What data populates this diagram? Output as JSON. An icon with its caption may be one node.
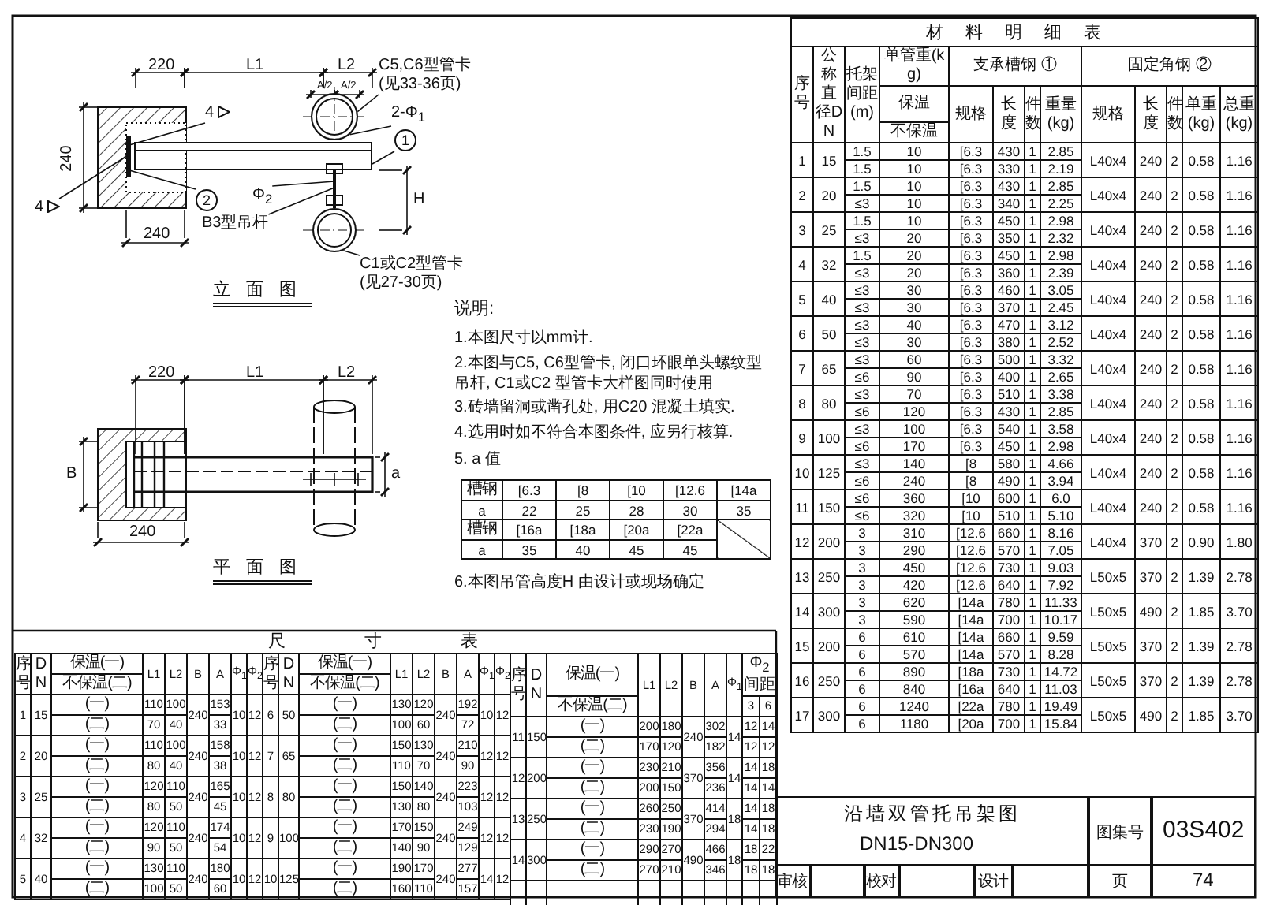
{
  "diagram": {
    "title": "沿墙双管托吊架图",
    "nodes": [
      {
        "text": [
          "C5,C6型管卡",
          "(见33-36页)"
        ]
      },
      {
        "text": [
          "2-Φ$_{1}$"
        ]
      },
      {
        "text": [
          "1"
        ]
      },
      {
        "text": [
          "4"
        ]
      },
      {
        "text": [
          "2"
        ]
      },
      {
        "text": [
          "Φ$_{2}$"
        ]
      },
      {
        "text": [
          "B3型吊杆"
        ]
      },
      {
        "text": [
          "C1或C2型管卡",
          "(见27-30页)"
        ]
      },
      {
        "text": [
          "4"
        ]
      },
      {
        "text": [],
        "shape": "circle"
      },
      {
        "text": [],
        "shape": "circle"
      },
      {
        "text": [],
        "shape": "bar"
      },
      {
        "text": [],
        "shape": "bar"
      },
      {
        "text": [],
        "shape": "bar"
      }
    ],
    "edges": [
      {
        "from": 0,
        "to": 9,
        "arrow": "none"
      },
      {
        "from": 1,
        "to": 9,
        "arrow": "none"
      },
      {
        "from": 2,
        "to": 11,
        "arrow": "none"
      },
      {
        "from": 3,
        "to": 12,
        "arrow": "none"
      },
      {
        "from": 4,
        "to": 12,
        "arrow": "none"
      },
      {
        "from": 5,
        "to": 13,
        "arrow": "none"
      },
      {
        "from": 6,
        "to": 13,
        "arrow": "none"
      },
      {
        "from": 7,
        "to": 10,
        "arrow": "none"
      },
      {
        "from": 8,
        "to": 12,
        "arrow": "none"
      }
    ],
    "labels": [
      "220",
      "L1",
      "L2",
      "A/2",
      "A/2",
      "240",
      "240",
      "H",
      "立面图",
      "220",
      "L1",
      "L2",
      "B",
      "a",
      "240",
      "平面图",
      "说明:",
      "1.本图尺寸以mm计.",
      "2.本图与C5, C6型管卡, 闭口环眼单头螺纹型吊杆, C1或C2 型管卡大样图同时使用",
      "3.砖墙留洞或凿孔处, 用C20 混凝土填实.",
      "4.选用时如不符合本图条件, 应另行核算.",
      "5. a 值",
      "槽钢",
      "[6.3",
      "[8",
      "[10",
      "[12.6",
      "[14a",
      "a",
      "22",
      "25",
      "28",
      "30",
      "35",
      "槽钢",
      "[16a",
      "[18a",
      "[20a",
      "[22a",
      "a",
      "35",
      "40",
      "45",
      "45",
      "6.本图吊管高度H 由设计或现场确定",
      "尺寸表",
      "序号",
      "DN",
      "保温(一)",
      "L1",
      "L2",
      "B",
      "A",
      "Φ$_{1}$",
      "Φ$_{2}$",
      "不保温(二)",
      "1",
      "15",
      "(一)",
      "110",
      "100",
      "240",
      "153",
      "10",
      "12",
      "(二)",
      "70",
      "40",
      "33",
      "2",
      "20",
      "(一)",
      "110",
      "100",
      "240",
      "158",
      "10",
      "12",
      "(二)",
      "80",
      "40",
      "38",
      "3",
      "25",
      "(一)",
      "120",
      "110",
      "240",
      "165",
      "10",
      "12",
      "(二)",
      "80",
      "50",
      "45",
      "4",
      "32",
      "(一)",
      "120",
      "110",
      "240",
      "174",
      "10",
      "12",
      "(二)",
      "90",
      "50",
      "54",
      "5",
      "40",
      "(一)",
      "130",
      "110",
      "240",
      "180",
      "10",
      "12",
      "(二)",
      "100",
      "50",
      "60",
      "序号",
      "DN",
      "保温(一)",
      "L1",
      "L2",
      "B",
      "A",
      "Φ$_{1}$",
      "Φ$_{2}$",
      "不保温(二)",
      "6",
      "50",
      "(一)",
      "130",
      "120",
      "240",
      "192",
      "10",
      "12",
      "(二)",
      "100",
      "60",
      "72",
      "7",
      "65",
      "(一)",
      "150",
      "130",
      "240",
      "210",
      "12",
      "12",
      "(二)",
      "110",
      "70",
      "90",
      "8",
      "80",
      "(一)",
      "150",
      "140",
      "240",
      "223",
      "12",
      "12",
      "(二)",
      "130",
      "80",
      "103",
      "9",
      "100",
      "(一)",
      "170",
      "150",
      "240",
      "249",
      "12",
      "12",
      "(二)",
      "140",
      "90",
      "129",
      "10",
      "125",
      "(一)",
      "190",
      "170",
      "240",
      "277",
      "14",
      "12",
      "(二)",
      "160",
      "110",
      "157",
      "序号",
      "DN",
      "保温(一)",
      "L1",
      "L2",
      "B",
      "A",
      "Φ$_{1}$",
      "Φ$_{2}$ 间距",
      "不保温(二)",
      "3",
      "6",
      "11",
      "150",
      "(一)",
      "200",
      "180",
      "240",
      "302",
      "14",
      "12",
      "14",
      "(二)",
      "170",
      "120",
      "182",
      "12",
      "12",
      "12",
      "200",
      "(一)",
      "230",
      "210",
      "370",
      "356",
      "14",
      "14",
      "18",
      "(二)",
      "200",
      "150",
      "236",
      "14",
      "14",
      "13",
      "250",
      "(一)",
      "260",
      "250",
      "370",
      "414",
      "18",
      "14",
      "18",
      "(二)",
      "230",
      "190",
      "294",
      "14",
      "18",
      "14",
      "300",
      "(一)",
      "290",
      "270",
      "490",
      "466",
      "18",
      "18",
      "22",
      "(二)",
      "270",
      "210",
      "346",
      "18",
      "18",
      "材料明细表",
      "序号",
      "公称直径DN",
      "托架间距(m)",
      "单管重(kg)",
      "支承槽钢 ①",
      "固定角钢 ②",
      "保温",
      "规格",
      "长度",
      "件数",
      "重量(kg)",
      "规格",
      "长度",
      "件数",
      "单重(kg)",
      "总重(kg)",
      "不保温",
      "1",
      "15",
      "1.5",
      "10",
      "[6.3",
      "430",
      "1",
      "2.85",
      "L40x4",
      "240",
      "2",
      "0.58",
      "1.16",
      "1.5",
      "10",
      "[6.3",
      "330",
      "1",
      "2.19",
      "2",
      "20",
      "1.5",
      "10",
      "[6.3",
      "430",
      "1",
      "2.85",
      "L40x4",
      "240",
      "2",
      "0.58",
      "1.16",
      "≤3",
      "10",
      "[6.3",
      "340",
      "1",
      "2.25",
      "3",
      "25",
      "1.5",
      "10",
      "[6.3",
      "450",
      "1",
      "2.98",
      "L40x4",
      "240",
      "2",
      "0.58",
      "1.16",
      "≤3",
      "20",
      "[6.3",
      "350",
      "1",
      "2.32",
      "4",
      "32",
      "1.5",
      "20",
      "[6.3",
      "450",
      "1",
      "2.98",
      "L40x4",
      "240",
      "2",
      "0.58",
      "1.16",
      "≤3",
      "20",
      "[6.3",
      "360",
      "1",
      "2.39",
      "5",
      "40",
      "≤3",
      "30",
      "[6.3",
      "460",
      "1",
      "3.05",
      "L40x4",
      "240",
      "2",
      "0.58",
      "1.16",
      "≤3",
      "30",
      "[6.3",
      "370",
      "1",
      "2.45",
      "6",
      "50",
      "≤3",
      "40",
      "[6.3",
      "470",
      "1",
      "3.12",
      "L40x4",
      "240",
      "2",
      "0.58",
      "1.16",
      "≤3",
      "30",
      "[6.3",
      "380",
      "1",
      "2.52",
      "7",
      "65",
      "≤3",
      "60",
      "[6.3",
      "500",
      "1",
      "3.32",
      "L40x4",
      "240",
      "2",
      "0.58",
      "1.16",
      "≤6",
      "90",
      "[6.3",
      "400",
      "1",
      "2.65",
      "8",
      "80",
      "≤3",
      "70",
      "[6.3",
      "510",
      "1",
      "3.38",
      "L40x4",
      "240",
      "2",
      "0.58",
      "1.16",
      "≤6",
      "120",
      "[6.3",
      "430",
      "1",
      "2.85",
      "9",
      "100",
      "≤3",
      "100",
      "[6.3",
      "540",
      "1",
      "3.58",
      "L40x4",
      "240",
      "2",
      "0.58",
      "1.16",
      "≤6",
      "170",
      "[6.3",
      "450",
      "1",
      "2.98",
      "10",
      "125",
      "≤3",
      "140",
      "[8",
      "580",
      "1",
      "4.66",
      "L40x4",
      "240",
      "2",
      "0.58",
      "1.16",
      "≤6",
      "240",
      "[8",
      "490",
      "1",
      "3.94",
      "11",
      "150",
      "≤6",
      "360",
      "[10",
      "600",
      "1",
      "6.0",
      "L40x4",
      "240",
      "2",
      "0.58",
      "1.16",
      "≤6",
      "320",
      "[10",
      "510",
      "1",
      "5.10",
      "12",
      "200",
      "3",
      "310",
      "[12.6",
      "660",
      "1",
      "8.16",
      "L40x4",
      "370",
      "2",
      "0.90",
      "1.80",
      "3",
      "290",
      "[12.6",
      "570",
      "1",
      "7.05",
      "13",
      "250",
      "3",
      "450",
      "[12.6",
      "730",
      "1",
      "9.03",
      "L50x5",
      "370",
      "2",
      "1.39",
      "2.78",
      "3",
      "420",
      "[12.6",
      "640",
      "1",
      "7.92",
      "14",
      "300",
      "3",
      "620",
      "[14a",
      "780",
      "1",
      "11.33",
      "L50x5",
      "490",
      "2",
      "1.85",
      "3.70",
      "3",
      "590",
      "[14a",
      "700",
      "1",
      "10.17",
      "15",
      "200",
      "6",
      "610",
      "[14a",
      "660",
      "1",
      "9.59",
      "L50x5",
      "370",
      "2",
      "1.39",
      "2.78",
      "6",
      "570",
      "[14a",
      "570",
      "1",
      "8.28",
      "16",
      "250",
      "6",
      "890",
      "[18a",
      "730",
      "1",
      "14.72",
      "L50x5",
      "370",
      "2",
      "1.39",
      "2.78",
      "6",
      "840",
      "[16a",
      "640",
      "1",
      "11.03",
      "17",
      "300",
      "6",
      "1240",
      "[22a",
      "780",
      "1",
      "19.49",
      "L50x5",
      "490",
      "2",
      "1.85",
      "3.70",
      "6",
      "1180",
      "[20a",
      "700",
      "1",
      "15.84",
      "DN15-DN300",
      "图集号",
      "03S402",
      "审核",
      "校对",
      "设计",
      "页",
      "74"
    ]
  }
}
